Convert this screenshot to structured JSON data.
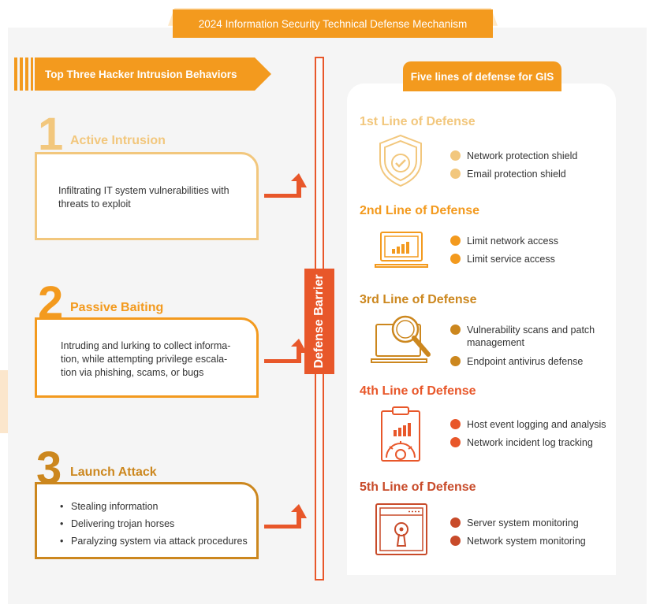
{
  "header": {
    "title": "2024 Information Security Technical Defense Mechanism"
  },
  "left": {
    "title": "Top Three Hacker Intrusion Behaviors",
    "behaviors": [
      {
        "number": "1",
        "name": "Active Intrusion",
        "color": "#f2c77d",
        "text": "Infiltrating IT system vulnerabilities with threats to exploit"
      },
      {
        "number": "2",
        "name": "Passive Baiting",
        "color": "#f39a1e",
        "text": "Intruding and lurking to collect informa- tion, while attempting privilege escala- tion via phishing, scams, or bugs"
      },
      {
        "number": "3",
        "name": "Launch Attack",
        "color": "#cc871e",
        "bullets": [
          "Stealing information",
          "Delivering trojan horses",
          "Paralyzing system via attack procedures"
        ]
      }
    ]
  },
  "barrier": {
    "label": "Defense Barrier",
    "color": "#e8572a"
  },
  "right": {
    "title": "Five lines of defense for GIS",
    "lines": [
      {
        "title": "1st Line of Defense",
        "icon": "shield-check-icon",
        "color": "#f2c77d",
        "items": [
          "Network protection shield",
          "Email protection shield"
        ]
      },
      {
        "title": "2nd Line of Defense",
        "icon": "laptop-chart-icon",
        "color": "#f39a1e",
        "items": [
          "Limit network access",
          "Limit service access"
        ]
      },
      {
        "title": "3rd Line of Defense",
        "icon": "laptop-magnifier-icon",
        "color": "#cc871e",
        "items": [
          "Vulnerability scans and patch management",
          "Endpoint antivirus defense"
        ]
      },
      {
        "title": "4th Line of Defense",
        "icon": "clipboard-gear-icon",
        "color": "#e8572a",
        "items": [
          "Host event logging and analysis",
          "Network incident log tracking"
        ]
      },
      {
        "title": "5th Line of Defense",
        "icon": "server-lock-icon",
        "color": "#c84b2a",
        "items": [
          "Server system monitoring",
          "Network system monitoring"
        ]
      }
    ]
  }
}
